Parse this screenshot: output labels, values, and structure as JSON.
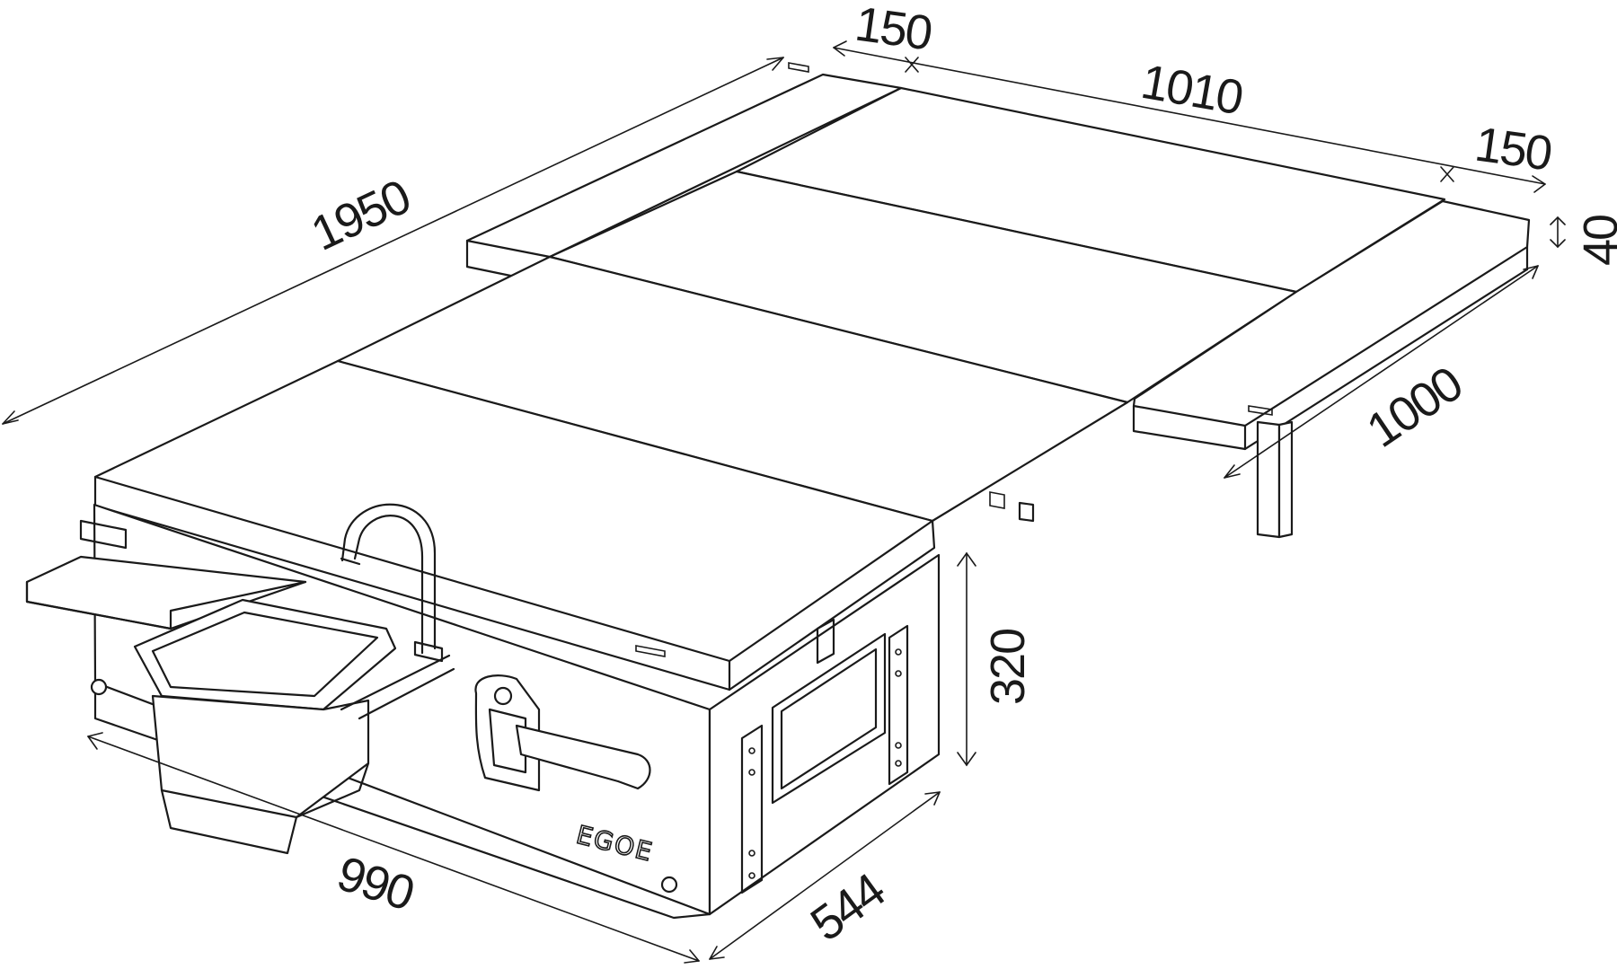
{
  "dimensions": {
    "length_total": "1950",
    "width_center": "1010",
    "side_extension_left": "150",
    "side_extension_right": "150",
    "mattress_thickness": "40",
    "extension_depth": "1000",
    "box_height": "320",
    "box_length": "990",
    "box_width": "544"
  },
  "brand_mark": "EGOE",
  "line_color": "#1a1a1a",
  "background_color": "#ffffff"
}
